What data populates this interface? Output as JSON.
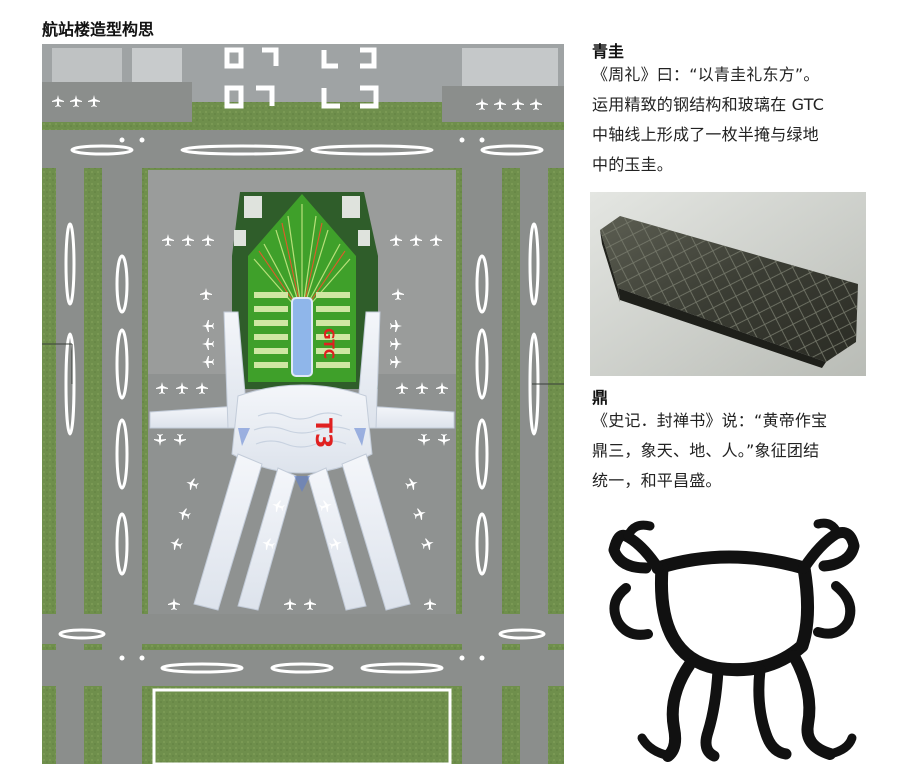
{
  "page": {
    "title": "航站楼造型构思"
  },
  "plan": {
    "t3_label": "T3",
    "gtc_label": "GTC"
  },
  "qinggui": {
    "heading": "青圭",
    "lines": [
      "《周礼》曰：“以青圭礼东方”。",
      "运用精致的钢结构和玻璃在 GTC",
      "中轴线上形成了一枚半掩与绿地",
      "中的玉圭。"
    ]
  },
  "ding": {
    "heading": "鼎",
    "lines": [
      "《史记．封禅书》说：“黄帝作宝",
      "鼎三，象天、地、人。”象征团结",
      "统一，和平昌盛。"
    ]
  },
  "colors": {
    "grass": "#6d8d4b",
    "tarmac": "#8b8e8c",
    "terminal_roof": "#e8ecf2",
    "gtc_green": "#3fa02a",
    "label_red": "#e02020"
  }
}
